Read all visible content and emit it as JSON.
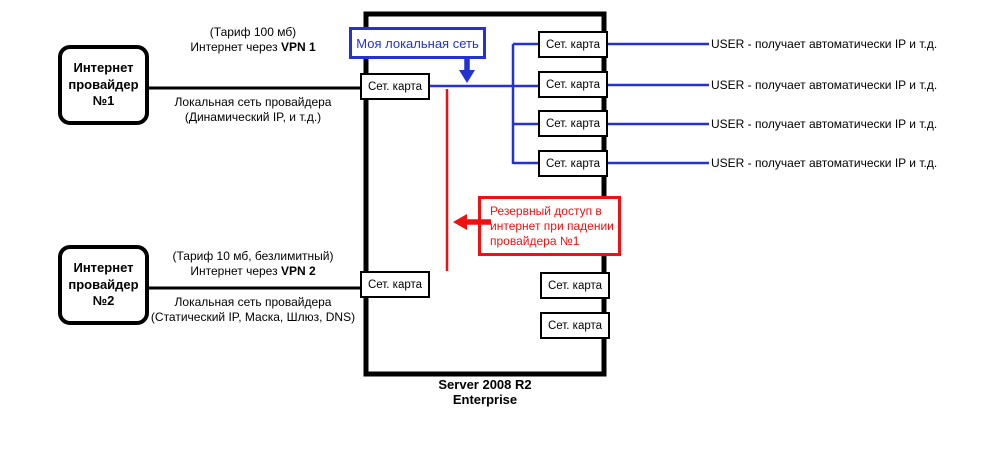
{
  "colors": {
    "blue": "#2433d0",
    "red": "#ee1111",
    "black": "#000000"
  },
  "providers": [
    {
      "box_label": "Интернет\nпровайдер\n№1",
      "tariff": "(Тариф 100 мб)",
      "vpn_prefix": "Интернет через",
      "vpn_bold": "VPN 1",
      "below_line1": "Локальная сеть провайдера",
      "below_line2": "(Динамический IP, и т.д.)"
    },
    {
      "box_label": "Интернет\nпровайдер\n№2",
      "tariff": "(Тариф 10 мб, безлимитный)",
      "vpn_prefix": "Интернет через",
      "vpn_bold": "VPN 2",
      "below_line1": "Локальная сеть провайдера",
      "below_line2": "(Статический IP, Маска, Шлюз, DNS)"
    }
  ],
  "net_card_label": "Сет. карта",
  "local_network_label": "Моя локальная сеть",
  "backup_label": "Резервный доступ в\nинтернет при падении\nпровайдера №1",
  "users": [
    "USER - получает автоматически IP и т.д.",
    "USER - получает автоматически IP и т.д.",
    "USER - получает автоматически IP и т.д.",
    "USER - получает автоматически IP и т.д."
  ],
  "server_label": "Server 2008 R2\nEnterprise"
}
